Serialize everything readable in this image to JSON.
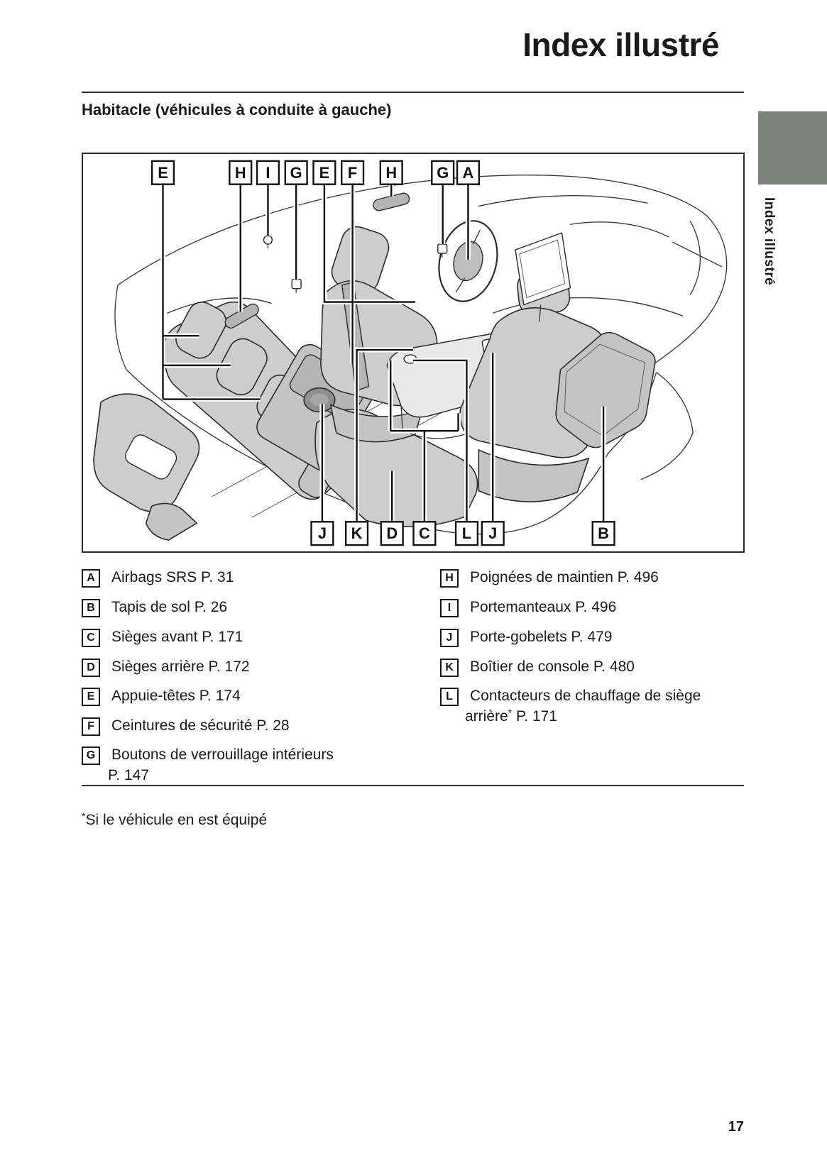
{
  "page": {
    "title": "Index illustré",
    "side_tab": "Index illustré",
    "page_number": "17"
  },
  "section_heading": "Habitacle (véhicules à conduite à gauche)",
  "illustration": {
    "top_labels": [
      "E",
      "H",
      "I",
      "G",
      "E",
      "F",
      "H",
      "G",
      "A"
    ],
    "bottom_labels": [
      "J",
      "K",
      "D",
      "C",
      "L",
      "J",
      "B"
    ]
  },
  "legend": {
    "left": [
      {
        "letter": "A",
        "text": "Airbags SRS P. 31"
      },
      {
        "letter": "B",
        "text": "Tapis de sol P. 26"
      },
      {
        "letter": "C",
        "text": "Sièges avant P. 171"
      },
      {
        "letter": "D",
        "text": "Sièges arrière P. 172"
      },
      {
        "letter": "E",
        "text": "Appuie-têtes P. 174"
      },
      {
        "letter": "F",
        "text": "Ceintures de sécurité P. 28"
      },
      {
        "letter": "G",
        "text": "Boutons de verrouillage intérieurs",
        "line2": "P. 147"
      }
    ],
    "right": [
      {
        "letter": "H",
        "text": "Poignées de maintien P. 496"
      },
      {
        "letter": "I",
        "text": "Portemanteaux P. 496"
      },
      {
        "letter": "J",
        "text": "Porte-gobelets P. 479"
      },
      {
        "letter": "K",
        "text": "Boîtier de console P. 480"
      },
      {
        "letter": "L",
        "text": "Contacteurs de chauffage de siège",
        "line2_pre": "arrière",
        "line2_star": "*",
        "line2_post": " P. 171"
      }
    ]
  },
  "footnote": {
    "star": "*",
    "text": "Si le véhicule en est équipé"
  },
  "colors": {
    "tab_gray": "#7c7f7c",
    "line": "#2b2b2b",
    "seat_gray": "#cdcdcd",
    "text_dark": "#1a1a1a"
  }
}
